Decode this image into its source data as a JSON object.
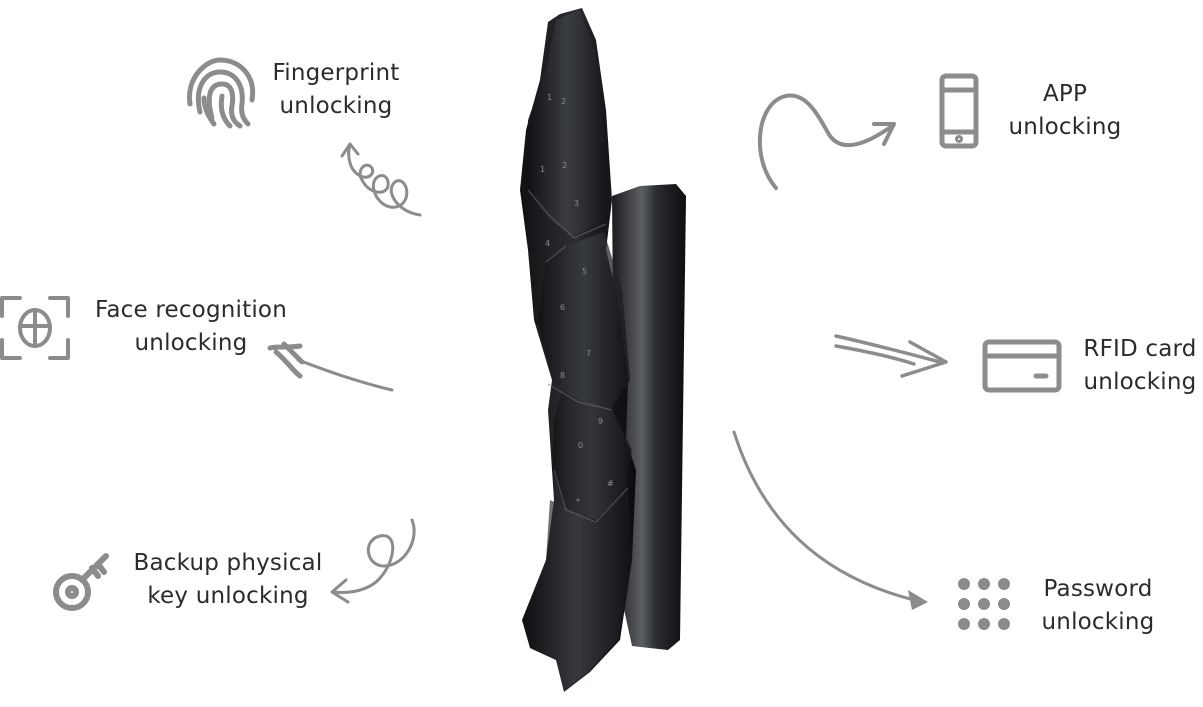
{
  "colors": {
    "icon": "#8c8c8c",
    "arrow": "#8c8c8c",
    "text": "#2b2b2b",
    "device_dark": "#17181b",
    "device_light": "#4a4d52"
  },
  "features": [
    {
      "id": "fingerprint",
      "icon": "fingerprint-icon",
      "line1": "Fingerprint",
      "line2": "unlocking"
    },
    {
      "id": "face",
      "icon": "face-scan-icon",
      "line1": "Face recognition",
      "line2": "unlocking"
    },
    {
      "id": "key",
      "icon": "key-icon",
      "line1": "Backup physical",
      "line2": "key unlocking"
    },
    {
      "id": "app",
      "icon": "smartphone-icon",
      "line1": "APP",
      "line2": "unlocking"
    },
    {
      "id": "rfid",
      "icon": "card-icon",
      "line1": "RFID card",
      "line2": "unlocking"
    },
    {
      "id": "password",
      "icon": "keypad-icon",
      "line1": "Password",
      "line2": "unlocking"
    }
  ]
}
